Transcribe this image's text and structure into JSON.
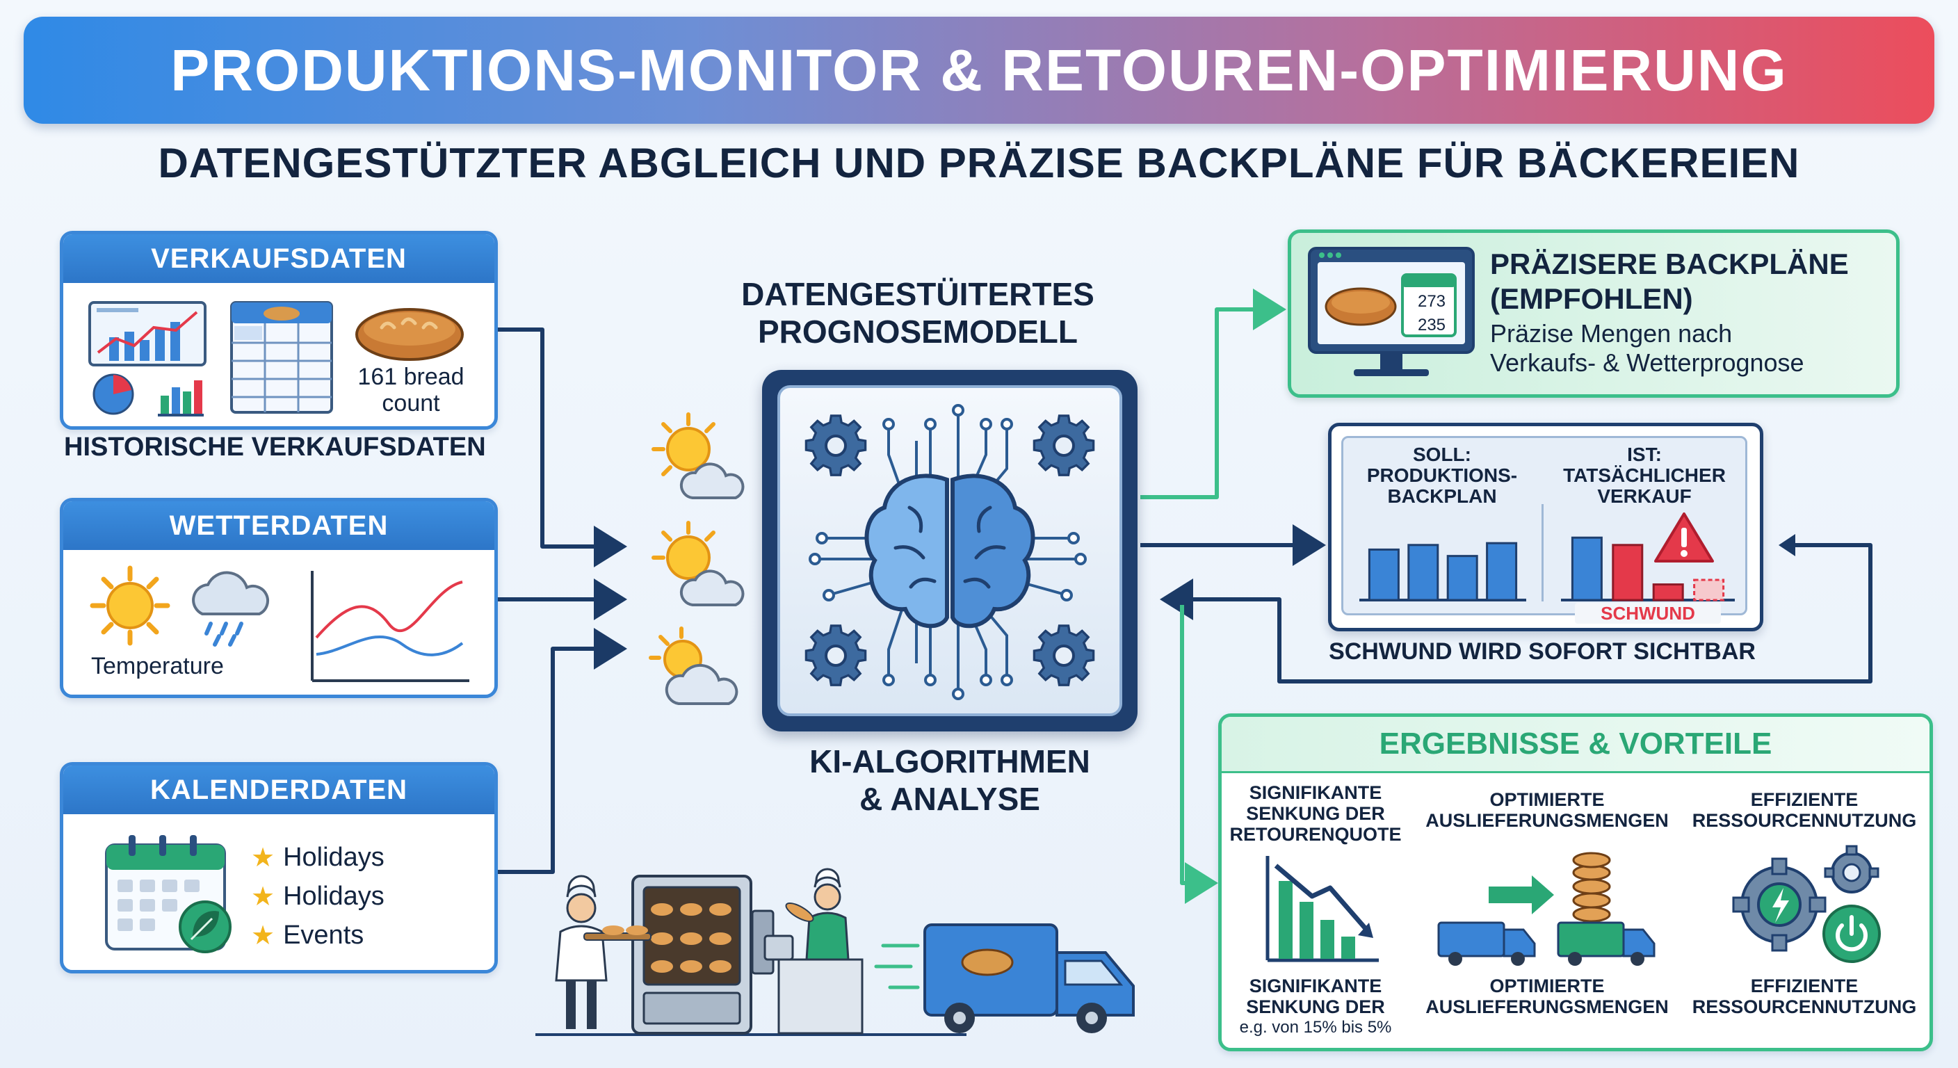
{
  "header": {
    "title": "PRODUKTIONS-MONITOR & RETOUREN-OPTIMIERUNG",
    "subtitle": "DATENGESTÜTZTER ABGLEICH UND PRÄZISE BACKPLÄNE FÜR BÄCKEREIEN"
  },
  "inputs": {
    "sales": {
      "title": "VERKAUFSDATEN",
      "bread_count_label_1": "161 bread",
      "bread_count_label_2": "count",
      "caption": "HISTORISCHE VERKAUFSDATEN",
      "icons": [
        "line-chart-icon",
        "pie-chart-icon",
        "bar-chart-icon",
        "spreadsheet-icon",
        "bread-icon"
      ]
    },
    "weather": {
      "title": "WETTERDATEN",
      "temperature_label": "Temperature",
      "icons": [
        "sun-icon",
        "rain-cloud-icon",
        "temperature-graph-icon"
      ]
    },
    "calendar": {
      "title": "KALENDERDATEN",
      "items": [
        "Holidays",
        "Holidays",
        "Events"
      ],
      "icons": [
        "calendar-icon",
        "leaf-icon",
        "star-icon"
      ]
    }
  },
  "model": {
    "title_line1": "DATENGESTÜITERTES",
    "title_line2": "PROGNOSEMODELL",
    "caption_line1": "KI-ALGORITHMEN",
    "caption_line2": "& ANALYSE",
    "icons": [
      "brain-circuit-icon",
      "gear-icon",
      "partly-sunny-icon"
    ]
  },
  "output": {
    "plans": {
      "title_line1": "PRÄZISERE BACKPLÄNE",
      "title_line2": "(EMPFOHLEN)",
      "desc_line1": "Präzise Mengen nach",
      "desc_line2": "Verkaufs- & Wetterprognose",
      "monitor_values": [
        "273",
        "235"
      ]
    },
    "comparison": {
      "soll_line1": "SOLL:",
      "soll_line2": "PRODUKTIONS-",
      "soll_line3": "BACKPLAN",
      "ist_line1": "IST:",
      "ist_line2": "TATSÄCHLICHER",
      "ist_line3": "VERKAUF",
      "shrink_badge": "SCHWUND",
      "caption": "SCHWUND WIRD SOFORT SICHTBAR",
      "soll_values": [
        0.55,
        0.6,
        0.48,
        0.62
      ],
      "ist_values": [
        0.68,
        0.6,
        0.17,
        0.22
      ]
    },
    "results": {
      "title": "ERGEBNISSE & VORTEILE",
      "col1_top_1": "SIGNIFIKANTE",
      "col1_top_2": "SENKUNG DER",
      "col1_top_3": "RETOURENQUOTE",
      "col1_bottom_1": "SIGNIFIKANTE",
      "col1_bottom_2": "SENKUNG DER",
      "col1_bottom_3": "e.g. von 15% bis 5%",
      "col2_top_1": "OPTIMIERTE",
      "col2_top_2": "AUSLIEFERUNGSMENGEN",
      "col2_bottom_1": "OPTIMIERTE",
      "col2_bottom_2": "AUSLIEFERUNGSMENGEN",
      "col3_top_1": "EFFIZIENTE",
      "col3_top_2": "RESSOURCENNUTZUNG",
      "col3_bottom_1": "EFFIZIENTE",
      "col3_bottom_2": "RESSOURCENNUTZUNG"
    }
  },
  "colors": {
    "blue": "#3b87d8",
    "green": "#3cbf8a",
    "red": "#e4394a",
    "navy": "#13243f"
  }
}
